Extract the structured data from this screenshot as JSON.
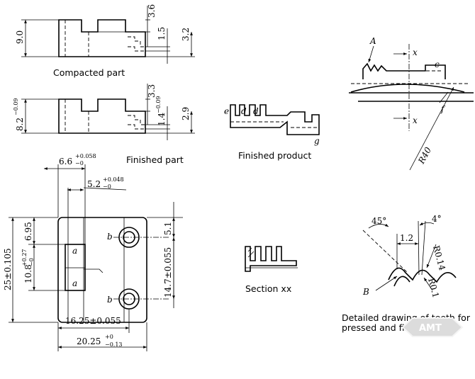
{
  "captions": {
    "compacted": "Compacted part",
    "finished": "Finished part",
    "product": "Finished product",
    "section": "Section xx",
    "teeth_line1": "Detailed drawing of teeth for",
    "teeth_line2": "pressed and finished parts"
  },
  "compacted_dims": {
    "height": "9.0",
    "step": "3.6",
    "tooth": "1.5",
    "depth": "3.2"
  },
  "finished_dims": {
    "height": "8.2",
    "height_tol": "−0.09",
    "step": "3.3",
    "tooth": "1.4",
    "tooth_tol": "−0.09",
    "depth": "2.9"
  },
  "product_labels": {
    "e": "e",
    "d": "d",
    "g": "g"
  },
  "plan_dims": {
    "w1": "6.6",
    "w1_up": "+0.058",
    "w1_lo": "−0",
    "w2": "5.2",
    "w2_up": "+0.048",
    "w2_lo": "−0",
    "h_total": "25±0.105",
    "h_a": "6.95",
    "h_b": "10.8",
    "h_b_up": "+0.27",
    "h_b_lo": "−0",
    "h_hole": "5.1",
    "h_pitch": "14.7±0.055",
    "w_pitch": "16.25±0.055",
    "w_total": "20.25",
    "w_total_up": "+0",
    "w_total_lo": "−0.13",
    "label_a": "a",
    "label_b": "b"
  },
  "punch_labels": {
    "A": "A",
    "c": "c",
    "f": "f",
    "x": "x",
    "radius": "R40"
  },
  "teeth_dims": {
    "angle1": "45°",
    "angle2": "4°",
    "pitch": "1.2",
    "r1": "R0.14",
    "r2": "R0.1",
    "label_B": "B"
  },
  "logo": {
    "text": "AMT",
    "color": "#dcdcdc"
  }
}
